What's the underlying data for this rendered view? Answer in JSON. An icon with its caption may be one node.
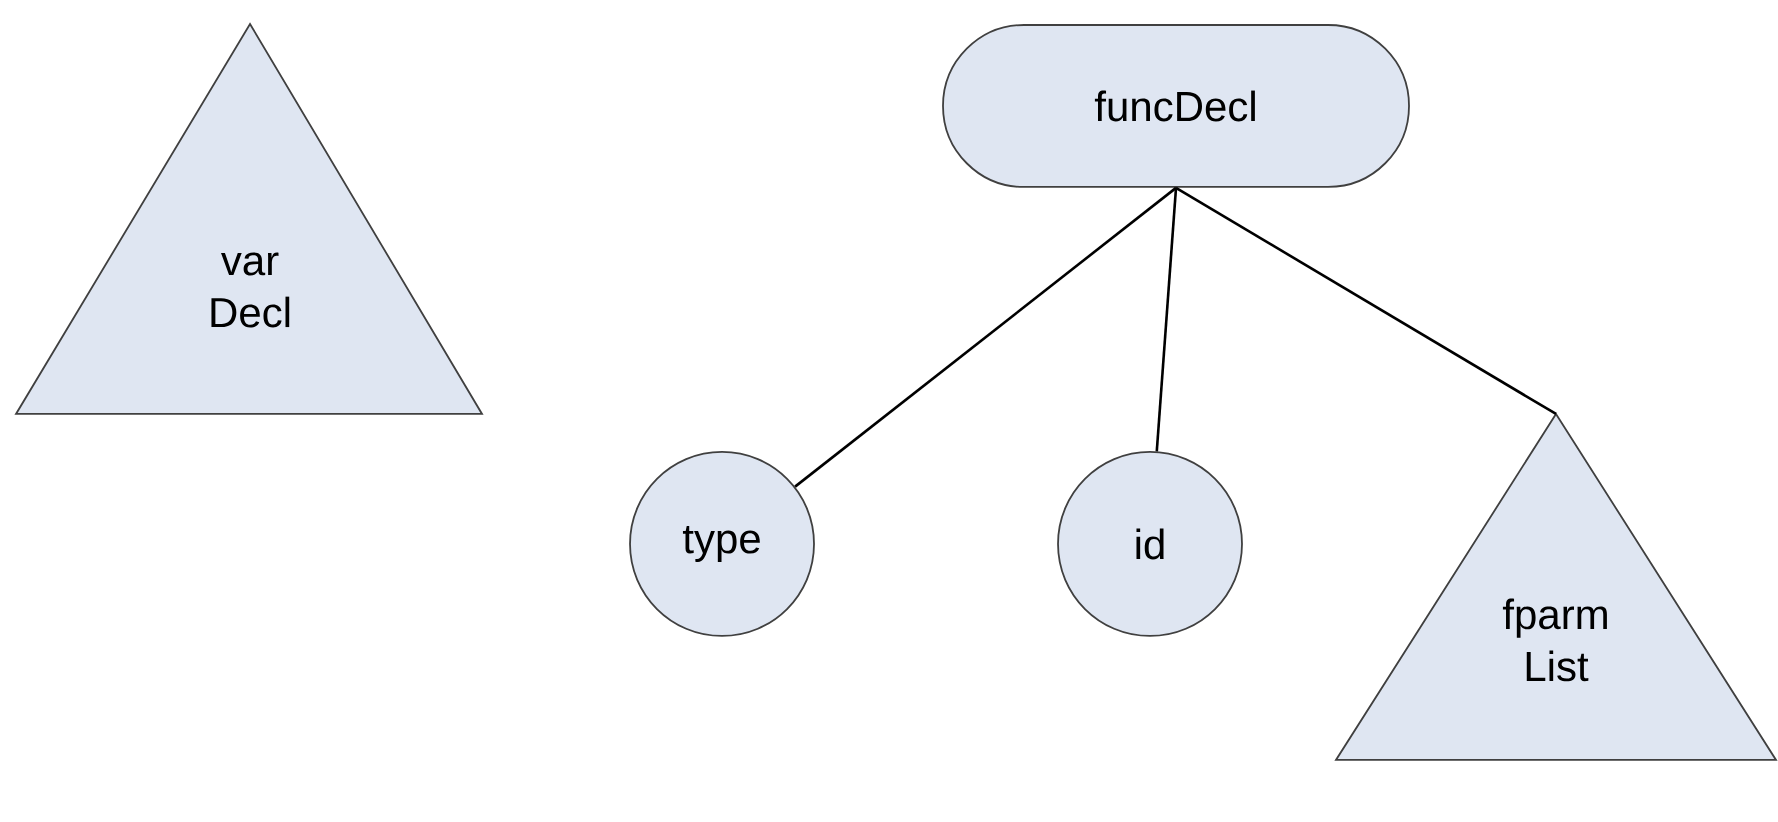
{
  "diagram": {
    "nodes": [
      {
        "text": [
          "var Decl"
        ]
      },
      {
        "text": [
          "funcDecl"
        ]
      },
      {
        "text": [
          "type"
        ]
      },
      {
        "text": [
          "id"
        ]
      },
      {
        "text": [
          "fparm List"
        ]
      }
    ],
    "edges": [
      {
        "from": 1,
        "to": 2,
        "arrow": "none"
      },
      {
        "from": 1,
        "to": 3,
        "arrow": "none"
      },
      {
        "from": 1,
        "to": 4,
        "arrow": "none"
      }
    ]
  }
}
